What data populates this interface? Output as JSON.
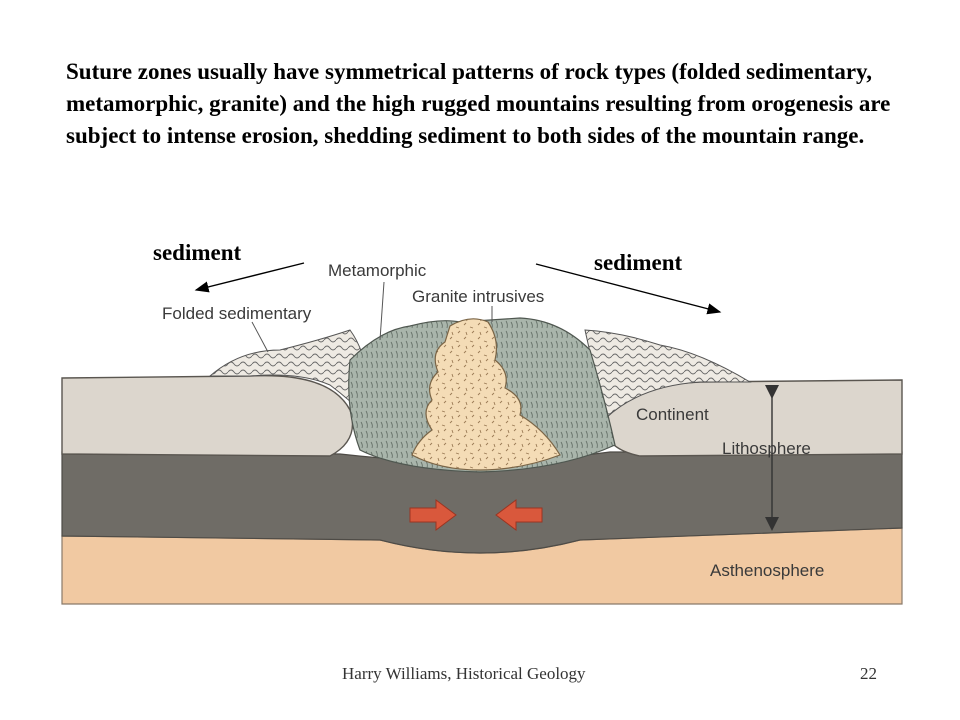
{
  "caption": "Suture zones usually have symmetrical patterns of rock types (folded sedimentary, metamorphic, granite) and the high rugged mountains resulting from orogenesis are subject to intense erosion, shedding sediment to both sides of the mountain range.",
  "annotations": {
    "sediment_left": "sediment",
    "sediment_right": "sediment"
  },
  "diagram_labels": {
    "metamorphic": "Metamorphic",
    "granite": "Granite intrusives",
    "folded": "Folded sedimentary",
    "continent": "Continent",
    "lithosphere": "Lithosphere",
    "asthenosphere": "Asthenosphere"
  },
  "footer": {
    "credit": "Harry Williams, Historical Geology",
    "page": "22"
  },
  "colors": {
    "continent": "#dcd6cd",
    "lithosphere": "#6f6c66",
    "asthenosphere": "#f1c9a2",
    "metamorphic": "#a9b5ab",
    "granite": "#f4dcb6",
    "folded": "#eeeae3",
    "compression_arrow": "#d9583c"
  }
}
